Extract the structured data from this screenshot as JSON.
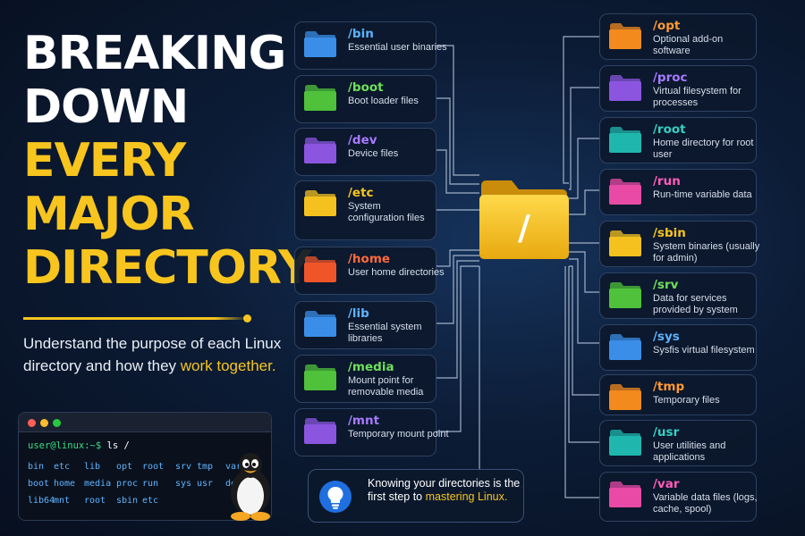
{
  "title": {
    "lines": [
      {
        "text": "BREAKING",
        "color": "#ffffff"
      },
      {
        "text": "DOWN",
        "color": "#ffffff"
      },
      {
        "text": "EVERY",
        "color": "#f7c51e"
      },
      {
        "text": "MAJOR",
        "color": "#f7c51e"
      },
      {
        "text": "DIRECTORY",
        "color": "#f7c51e"
      }
    ]
  },
  "subtitle": {
    "main": "Understand the purpose of each Linux directory and how they ",
    "highlight": "work together."
  },
  "terminal": {
    "prompt_user": "user@linux:~$",
    "prompt_cmd": " ls /",
    "entries": [
      "bin",
      "etc",
      "lib",
      "opt",
      "root",
      "srv",
      "tmp",
      "var",
      "boot",
      "home",
      "media",
      "proc",
      "run",
      "sys",
      "usr",
      "dev",
      "lib64",
      "mnt",
      "root",
      "sbin",
      "etc"
    ]
  },
  "root": {
    "label": "/",
    "color": "#f5c21b"
  },
  "directories_left": [
    {
      "name": "/bin",
      "desc": "Essential user binaries",
      "color": "#3a8ee8",
      "name_color": "#5cb3ff"
    },
    {
      "name": "/boot",
      "desc": "Boot loader files",
      "color": "#4fc13a",
      "name_color": "#6ee05a"
    },
    {
      "name": "/dev",
      "desc": "Device files",
      "color": "#8b55e0",
      "name_color": "#a77bff"
    },
    {
      "name": "/etc",
      "desc": "System configuration files",
      "color": "#f4c11f",
      "name_color": "#f7c51e"
    },
    {
      "name": "/home",
      "desc": "User home directories",
      "color": "#f0552a",
      "name_color": "#ff6a3d"
    },
    {
      "name": "/lib",
      "desc": "Essential system libraries",
      "color": "#3a8ee8",
      "name_color": "#5cb3ff"
    },
    {
      "name": "/media",
      "desc": "Mount point for removable media",
      "color": "#4fc13a",
      "name_color": "#6ee05a"
    },
    {
      "name": "/mnt",
      "desc": "Temporary mount point",
      "color": "#8b55e0",
      "name_color": "#a77bff"
    }
  ],
  "directories_right": [
    {
      "name": "/opt",
      "desc": "Optional add-on software",
      "color": "#f28a1e",
      "name_color": "#ff9a33"
    },
    {
      "name": "/proc",
      "desc": "Virtual filesystem for processes",
      "color": "#8b55e0",
      "name_color": "#a77bff"
    },
    {
      "name": "/root",
      "desc": "Home directory for root user",
      "color": "#1fb7ad",
      "name_color": "#35d0c4"
    },
    {
      "name": "/run",
      "desc": "Run-time variable data",
      "color": "#e84aa5",
      "name_color": "#ff5cbb"
    },
    {
      "name": "/sbin",
      "desc": "System binaries (usually for admin)",
      "color": "#f4c11f",
      "name_color": "#f7c51e"
    },
    {
      "name": "/srv",
      "desc": "Data for services provided by system",
      "color": "#4fc13a",
      "name_color": "#6ee05a"
    },
    {
      "name": "/sys",
      "desc": "Sysfis virtual filesystem",
      "color": "#3a8ee8",
      "name_color": "#5cb3ff"
    },
    {
      "name": "/tmp",
      "desc": "Temporary files",
      "color": "#f28a1e",
      "name_color": "#ff9a33"
    },
    {
      "name": "/usr",
      "desc": "User utilities and applications",
      "color": "#1fb7ad",
      "name_color": "#35d0c4"
    },
    {
      "name": "/var",
      "desc": "Variable data files (logs, cache, spool)",
      "color": "#e84aa5",
      "name_color": "#ff5cbb"
    }
  ],
  "tip": {
    "main": "Knowing your directories is the first step to ",
    "highlight": "mastering Linux.",
    "icon": "lightbulb-icon"
  }
}
